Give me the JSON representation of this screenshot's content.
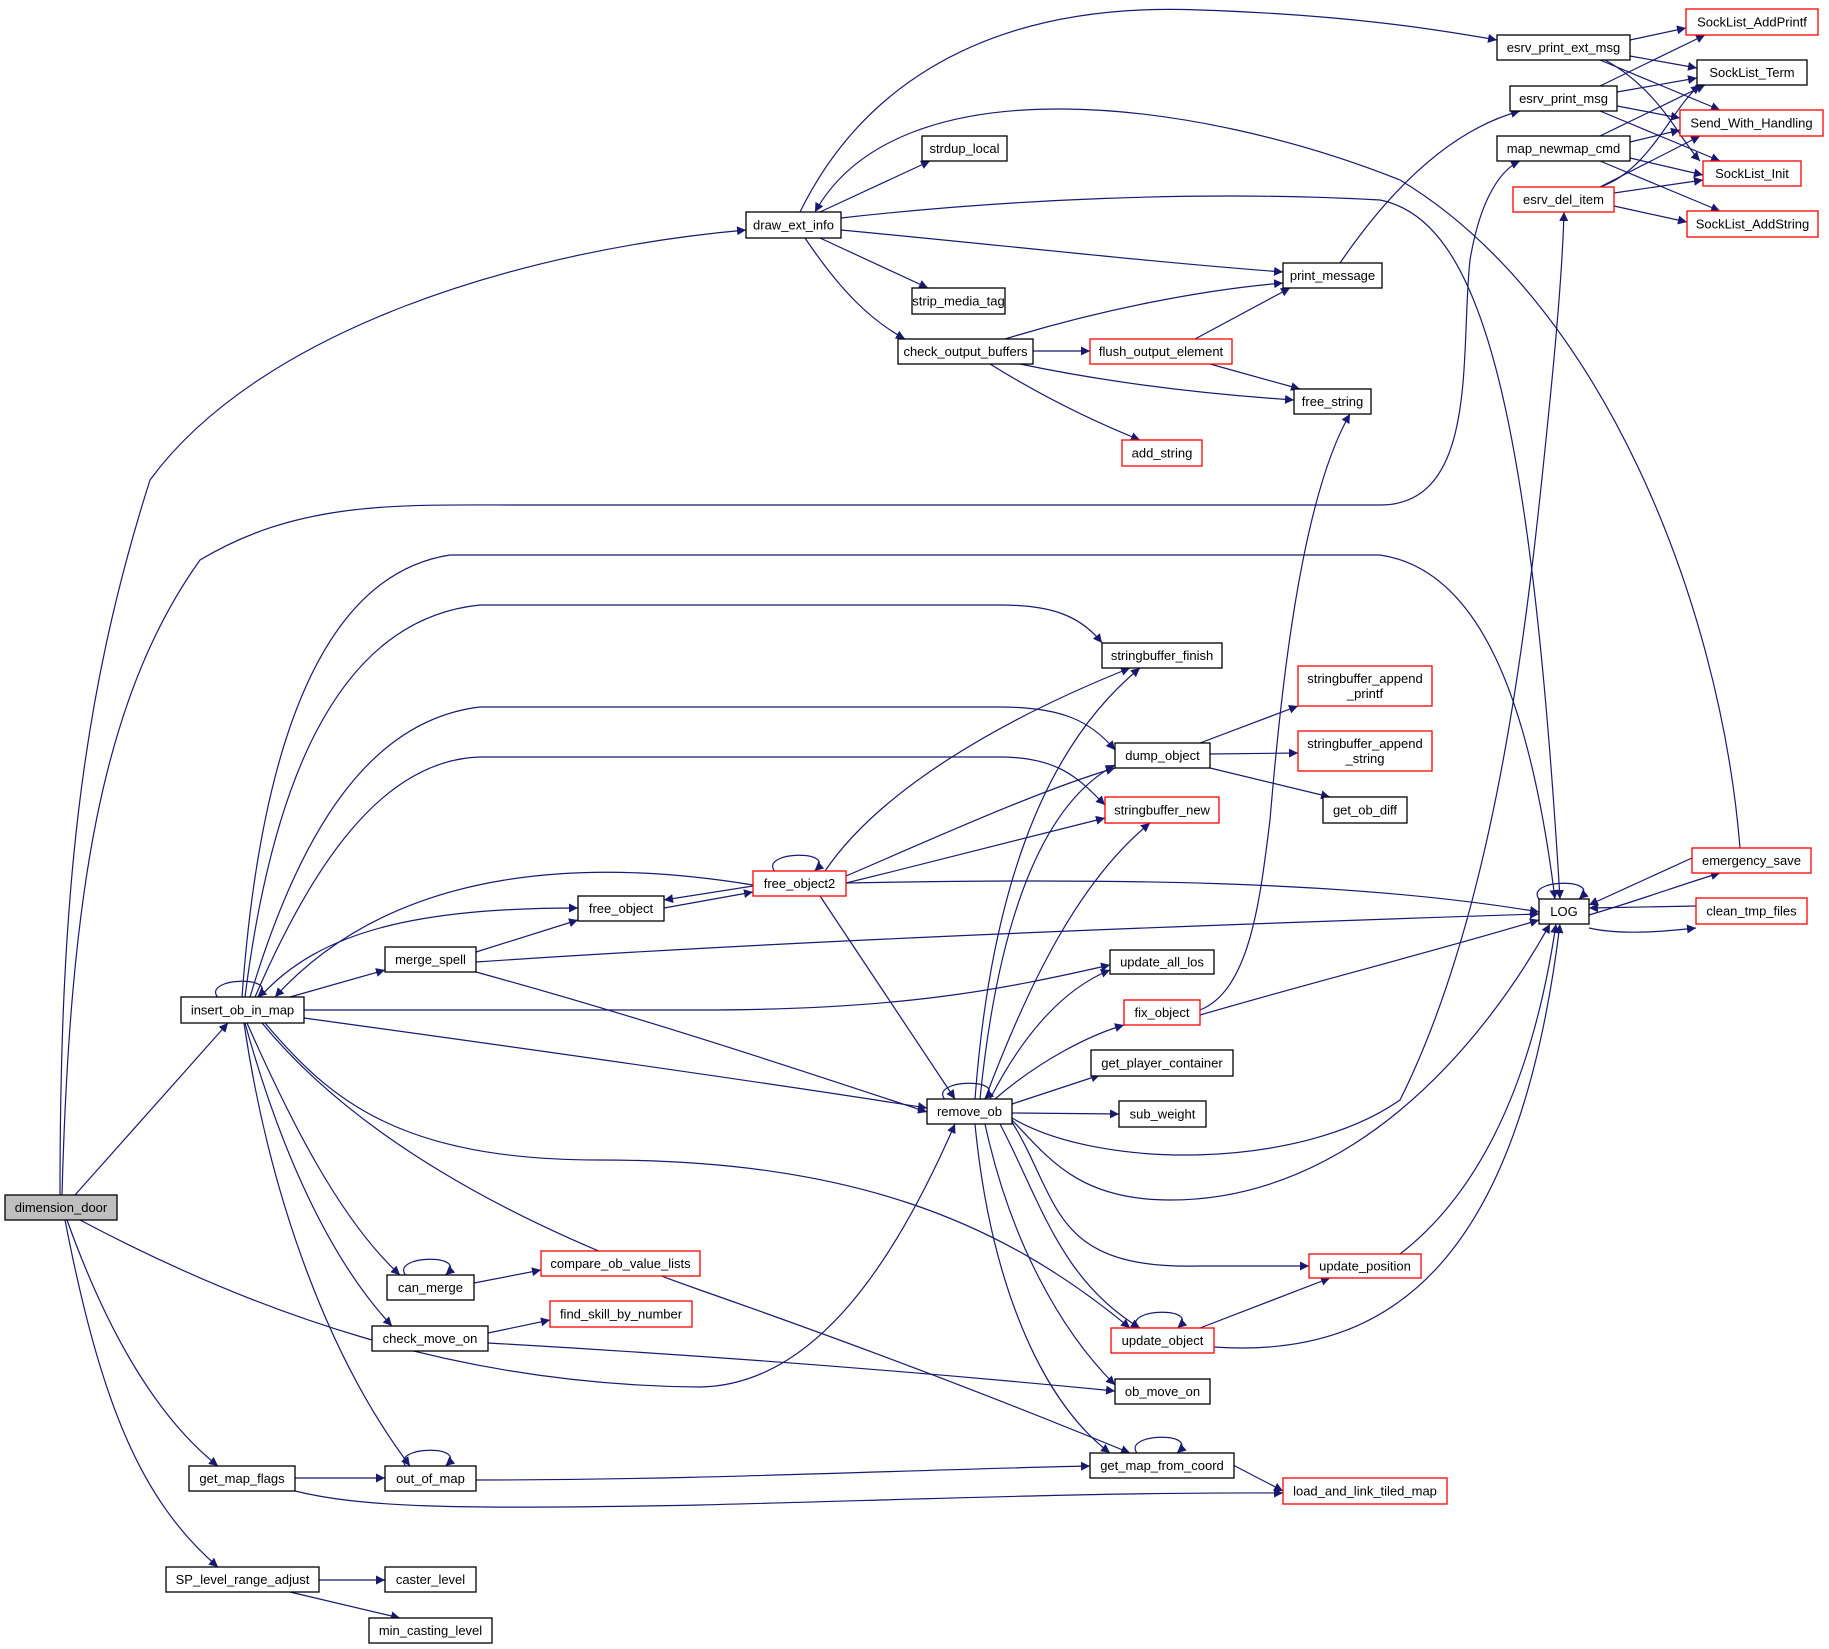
{
  "title": "dimension_door call graph",
  "colors": {
    "edge": "#191970",
    "node_border_default": "#000000",
    "node_border_external": "#ff0000",
    "root_fill": "#bfbfbf",
    "node_fill": "#ffffff"
  },
  "root": "dimension_door",
  "nodes": [
    {
      "id": "dimension_door",
      "label": "dimension_door",
      "kind": "root"
    },
    {
      "id": "insert_ob_in_map",
      "label": "insert_ob_in_map",
      "kind": "normal"
    },
    {
      "id": "get_map_flags",
      "label": "get_map_flags",
      "kind": "normal"
    },
    {
      "id": "SP_level_range_adjust",
      "label": "SP_level_range_adjust",
      "kind": "normal"
    },
    {
      "id": "merge_spell",
      "label": "merge_spell",
      "kind": "normal"
    },
    {
      "id": "can_merge",
      "label": "can_merge",
      "kind": "normal"
    },
    {
      "id": "check_move_on",
      "label": "check_move_on",
      "kind": "normal"
    },
    {
      "id": "out_of_map",
      "label": "out_of_map",
      "kind": "normal"
    },
    {
      "id": "caster_level",
      "label": "caster_level",
      "kind": "normal"
    },
    {
      "id": "min_casting_level",
      "label": "min_casting_level",
      "kind": "normal"
    },
    {
      "id": "free_object",
      "label": "free_object",
      "kind": "normal"
    },
    {
      "id": "free_object2",
      "label": "free_object2",
      "kind": "external"
    },
    {
      "id": "compare_ob_value_lists",
      "label": "compare_ob_value_lists",
      "kind": "external"
    },
    {
      "id": "find_skill_by_number",
      "label": "find_skill_by_number",
      "kind": "external"
    },
    {
      "id": "draw_ext_info",
      "label": "draw_ext_info",
      "kind": "normal"
    },
    {
      "id": "strdup_local",
      "label": "strdup_local",
      "kind": "normal"
    },
    {
      "id": "strip_media_tag",
      "label": "strip_media_tag",
      "kind": "normal"
    },
    {
      "id": "check_output_buffers",
      "label": "check_output_buffers",
      "kind": "normal"
    },
    {
      "id": "remove_ob",
      "label": "remove_ob",
      "kind": "normal"
    },
    {
      "id": "flush_output_element",
      "label": "flush_output_element",
      "kind": "external"
    },
    {
      "id": "add_string",
      "label": "add_string",
      "kind": "external"
    },
    {
      "id": "stringbuffer_finish",
      "label": "stringbuffer_finish",
      "kind": "normal"
    },
    {
      "id": "dump_object",
      "label": "dump_object",
      "kind": "normal"
    },
    {
      "id": "stringbuffer_new",
      "label": "stringbuffer_new",
      "kind": "external"
    },
    {
      "id": "update_all_los",
      "label": "update_all_los",
      "kind": "normal"
    },
    {
      "id": "fix_object",
      "label": "fix_object",
      "kind": "external"
    },
    {
      "id": "get_player_container",
      "label": "get_player_container",
      "kind": "normal"
    },
    {
      "id": "sub_weight",
      "label": "sub_weight",
      "kind": "normal"
    },
    {
      "id": "update_object",
      "label": "update_object",
      "kind": "external"
    },
    {
      "id": "ob_move_on",
      "label": "ob_move_on",
      "kind": "normal"
    },
    {
      "id": "get_map_from_coord",
      "label": "get_map_from_coord",
      "kind": "normal"
    },
    {
      "id": "print_message",
      "label": "print_message",
      "kind": "normal"
    },
    {
      "id": "free_string",
      "label": "free_string",
      "kind": "normal"
    },
    {
      "id": "stringbuffer_append_printf",
      "label": "stringbuffer_append\n_printf",
      "kind": "external"
    },
    {
      "id": "stringbuffer_append_string",
      "label": "stringbuffer_append\n_string",
      "kind": "external"
    },
    {
      "id": "get_ob_diff",
      "label": "get_ob_diff",
      "kind": "normal"
    },
    {
      "id": "update_position",
      "label": "update_position",
      "kind": "external"
    },
    {
      "id": "load_and_link_tiled_map",
      "label": "load_and_link_tiled_map",
      "kind": "external"
    },
    {
      "id": "esrv_print_ext_msg",
      "label": "esrv_print_ext_msg",
      "kind": "normal"
    },
    {
      "id": "esrv_print_msg",
      "label": "esrv_print_msg",
      "kind": "normal"
    },
    {
      "id": "map_newmap_cmd",
      "label": "map_newmap_cmd",
      "kind": "normal"
    },
    {
      "id": "esrv_del_item",
      "label": "esrv_del_item",
      "kind": "external"
    },
    {
      "id": "LOG",
      "label": "LOG",
      "kind": "normal"
    },
    {
      "id": "emergency_save",
      "label": "emergency_save",
      "kind": "external"
    },
    {
      "id": "clean_tmp_files",
      "label": "clean_tmp_files",
      "kind": "external"
    },
    {
      "id": "SockList_AddPrintf",
      "label": "SockList_AddPrintf",
      "kind": "external"
    },
    {
      "id": "SockList_Term",
      "label": "SockList_Term",
      "kind": "normal"
    },
    {
      "id": "Send_With_Handling",
      "label": "Send_With_Handling",
      "kind": "external"
    },
    {
      "id": "SockList_Init",
      "label": "SockList_Init",
      "kind": "external"
    },
    {
      "id": "SockList_AddString",
      "label": "SockList_AddString",
      "kind": "external"
    }
  ],
  "edges": [
    [
      "dimension_door",
      "draw_ext_info"
    ],
    [
      "dimension_door",
      "map_newmap_cmd"
    ],
    [
      "dimension_door",
      "insert_ob_in_map"
    ],
    [
      "dimension_door",
      "remove_ob"
    ],
    [
      "dimension_door",
      "get_map_flags"
    ],
    [
      "dimension_door",
      "SP_level_range_adjust"
    ],
    [
      "insert_ob_in_map",
      "insert_ob_in_map"
    ],
    [
      "insert_ob_in_map",
      "LOG"
    ],
    [
      "insert_ob_in_map",
      "stringbuffer_finish"
    ],
    [
      "insert_ob_in_map",
      "dump_object"
    ],
    [
      "insert_ob_in_map",
      "stringbuffer_new"
    ],
    [
      "insert_ob_in_map",
      "free_object"
    ],
    [
      "insert_ob_in_map",
      "merge_spell"
    ],
    [
      "insert_ob_in_map",
      "update_all_los"
    ],
    [
      "insert_ob_in_map",
      "remove_ob"
    ],
    [
      "insert_ob_in_map",
      "update_object"
    ],
    [
      "insert_ob_in_map",
      "get_map_from_coord"
    ],
    [
      "insert_ob_in_map",
      "can_merge"
    ],
    [
      "insert_ob_in_map",
      "check_move_on"
    ],
    [
      "insert_ob_in_map",
      "out_of_map"
    ],
    [
      "merge_spell",
      "free_object"
    ],
    [
      "merge_spell",
      "LOG"
    ],
    [
      "merge_spell",
      "remove_ob"
    ],
    [
      "free_object",
      "free_object2"
    ],
    [
      "free_object2",
      "free_object2"
    ],
    [
      "free_object2",
      "free_object"
    ],
    [
      "free_object2",
      "insert_ob_in_map"
    ],
    [
      "free_object2",
      "stringbuffer_finish"
    ],
    [
      "free_object2",
      "dump_object"
    ],
    [
      "free_object2",
      "stringbuffer_new"
    ],
    [
      "free_object2",
      "LOG"
    ],
    [
      "free_object2",
      "remove_ob"
    ],
    [
      "can_merge",
      "can_merge"
    ],
    [
      "can_merge",
      "compare_ob_value_lists"
    ],
    [
      "check_move_on",
      "find_skill_by_number"
    ],
    [
      "check_move_on",
      "ob_move_on"
    ],
    [
      "get_map_flags",
      "out_of_map"
    ],
    [
      "get_map_flags",
      "load_and_link_tiled_map"
    ],
    [
      "out_of_map",
      "out_of_map"
    ],
    [
      "out_of_map",
      "get_map_from_coord"
    ],
    [
      "SP_level_range_adjust",
      "caster_level"
    ],
    [
      "SP_level_range_adjust",
      "min_casting_level"
    ],
    [
      "draw_ext_info",
      "esrv_print_ext_msg"
    ],
    [
      "draw_ext_info",
      "strdup_local"
    ],
    [
      "draw_ext_info",
      "LOG"
    ],
    [
      "draw_ext_info",
      "print_message"
    ],
    [
      "draw_ext_info",
      "strip_media_tag"
    ],
    [
      "draw_ext_info",
      "check_output_buffers"
    ],
    [
      "check_output_buffers",
      "print_message"
    ],
    [
      "check_output_buffers",
      "flush_output_element"
    ],
    [
      "check_output_buffers",
      "free_string"
    ],
    [
      "check_output_buffers",
      "add_string"
    ],
    [
      "flush_output_element",
      "print_message"
    ],
    [
      "flush_output_element",
      "free_string"
    ],
    [
      "print_message",
      "esrv_print_msg"
    ],
    [
      "remove_ob",
      "remove_ob"
    ],
    [
      "remove_ob",
      "stringbuffer_finish"
    ],
    [
      "remove_ob",
      "dump_object"
    ],
    [
      "remove_ob",
      "stringbuffer_new"
    ],
    [
      "remove_ob",
      "update_all_los"
    ],
    [
      "remove_ob",
      "fix_object"
    ],
    [
      "remove_ob",
      "get_player_container"
    ],
    [
      "remove_ob",
      "sub_weight"
    ],
    [
      "remove_ob",
      "esrv_del_item"
    ],
    [
      "remove_ob",
      "LOG"
    ],
    [
      "remove_ob",
      "update_position"
    ],
    [
      "remove_ob",
      "update_object"
    ],
    [
      "remove_ob",
      "ob_move_on"
    ],
    [
      "remove_ob",
      "get_map_from_coord"
    ],
    [
      "dump_object",
      "stringbuffer_append_printf"
    ],
    [
      "dump_object",
      "stringbuffer_append_string"
    ],
    [
      "dump_object",
      "get_ob_diff"
    ],
    [
      "fix_object",
      "free_string"
    ],
    [
      "fix_object",
      "LOG"
    ],
    [
      "update_object",
      "update_object"
    ],
    [
      "update_object",
      "update_position"
    ],
    [
      "update_object",
      "LOG"
    ],
    [
      "update_position",
      "LOG"
    ],
    [
      "get_map_from_coord",
      "get_map_from_coord"
    ],
    [
      "get_map_from_coord",
      "load_and_link_tiled_map"
    ],
    [
      "LOG",
      "LOG"
    ],
    [
      "LOG",
      "emergency_save"
    ],
    [
      "LOG",
      "clean_tmp_files"
    ],
    [
      "emergency_save",
      "LOG"
    ],
    [
      "emergency_save",
      "draw_ext_info"
    ],
    [
      "clean_tmp_files",
      "LOG"
    ],
    [
      "esrv_print_ext_msg",
      "SockList_AddPrintf"
    ],
    [
      "esrv_print_ext_msg",
      "SockList_Term"
    ],
    [
      "esrv_print_ext_msg",
      "Send_With_Handling"
    ],
    [
      "esrv_print_ext_msg",
      "SockList_Init"
    ],
    [
      "esrv_print_msg",
      "SockList_AddPrintf"
    ],
    [
      "esrv_print_msg",
      "SockList_Term"
    ],
    [
      "esrv_print_msg",
      "Send_With_Handling"
    ],
    [
      "esrv_print_msg",
      "SockList_Init"
    ],
    [
      "map_newmap_cmd",
      "SockList_Term"
    ],
    [
      "map_newmap_cmd",
      "Send_With_Handling"
    ],
    [
      "map_newmap_cmd",
      "SockList_Init"
    ],
    [
      "map_newmap_cmd",
      "SockList_AddString"
    ],
    [
      "esrv_del_item",
      "SockList_Term"
    ],
    [
      "esrv_del_item",
      "Send_With_Handling"
    ],
    [
      "esrv_del_item",
      "SockList_Init"
    ],
    [
      "esrv_del_item",
      "SockList_AddString"
    ]
  ]
}
